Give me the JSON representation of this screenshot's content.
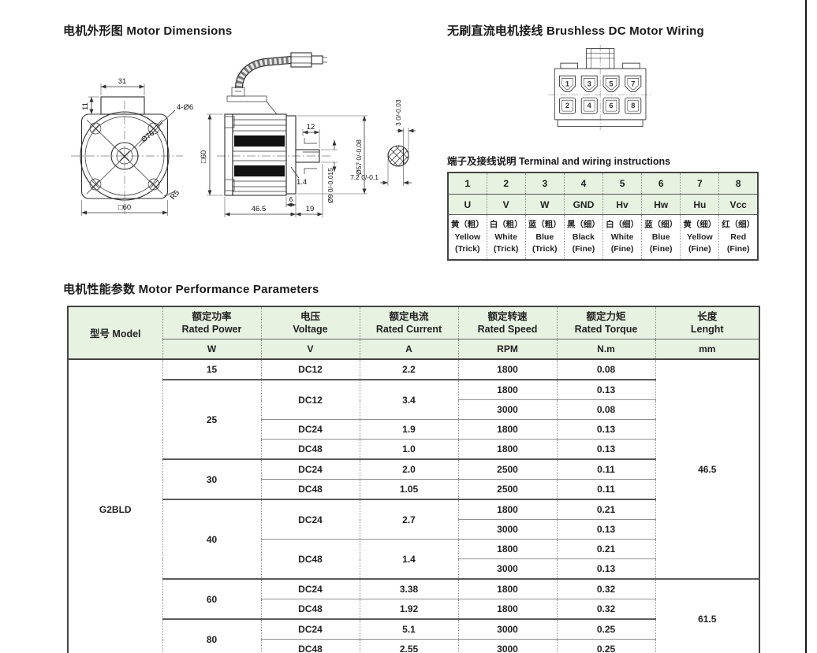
{
  "colors": {
    "header_bg": "#e7f2e1",
    "table_border": "#444444",
    "grid_dotted": "#8f8f8f",
    "grid_solid": "#909090",
    "text": "#1a1a1a"
  },
  "titles": {
    "dimensions": "电机外形图 Motor Dimensions",
    "wiring": "无刷直流电机接线 Brushless DC Motor Wiring",
    "terminal": "端子及接线说明 Terminal and wiring instructions",
    "performance": "电机性能参数 Motor Performance Parameters"
  },
  "drawing": {
    "front": {
      "dim_top": "31",
      "dim_side": "11",
      "holes": "4-Ø6",
      "bolt_circle": "Ø70",
      "flange": "□60",
      "corner_radius": "R5"
    },
    "side": {
      "height": "□60",
      "flat_len": "12",
      "plate": "1.4",
      "step": "6",
      "body_len": "46.5",
      "shaft_len": "19",
      "face_dia": "Ø57 0/-0.08",
      "shaft_dia": "Ø9 0/-0.015"
    },
    "detail": {
      "width": "7.2 0/-0.1",
      "flat_depth": "3 0/-0.03"
    }
  },
  "connector": {
    "pins_top": [
      "1",
      "3",
      "5",
      "7"
    ],
    "pins_bottom": [
      "2",
      "4",
      "6",
      "8"
    ]
  },
  "wiring_table": {
    "pins": [
      "1",
      "2",
      "3",
      "4",
      "5",
      "6",
      "7",
      "8"
    ],
    "signals": [
      "U",
      "V",
      "W",
      "GND",
      "Hv",
      "Hw",
      "Hu",
      "Vcc"
    ],
    "wires": [
      {
        "cn": "黄（粗）",
        "color": "Yellow",
        "gauge": "(Trick)"
      },
      {
        "cn": "白（粗）",
        "color": "White",
        "gauge": "(Trick)"
      },
      {
        "cn": "蓝（粗）",
        "color": "Blue",
        "gauge": "(Trick)"
      },
      {
        "cn": "黑（细）",
        "color": "Black",
        "gauge": "(Fine)"
      },
      {
        "cn": "白（细）",
        "color": "White",
        "gauge": "(Fine)"
      },
      {
        "cn": "蓝（细）",
        "color": "Blue",
        "gauge": "(Fine)"
      },
      {
        "cn": "黄（细）",
        "color": "Yellow",
        "gauge": "(Fine)"
      },
      {
        "cn": "红（细）",
        "color": "Red",
        "gauge": "(Fine)"
      }
    ]
  },
  "perf": {
    "header": {
      "model": "型号 Model",
      "cols": [
        {
          "cn": "额定功率",
          "en": "Rated Power",
          "unit": "W"
        },
        {
          "cn": "电压",
          "en": "Voltage",
          "unit": "V"
        },
        {
          "cn": "额定电流",
          "en": "Rated Current",
          "unit": "A"
        },
        {
          "cn": "额定转速",
          "en": "Rated Speed",
          "unit": "RPM"
        },
        {
          "cn": "额定力矩",
          "en": "Rated Torque",
          "unit": "N.m"
        },
        {
          "cn": "长度",
          "en": "Lenght",
          "unit": "mm"
        }
      ]
    },
    "model": "G2BLD",
    "rows": [
      {
        "power": "15",
        "voltage": "DC12",
        "current": "2.2",
        "speed": "1800",
        "torque": "0.08",
        "length": "46.5"
      },
      {
        "power": "25",
        "voltage": "DC12",
        "current": "3.4",
        "speed": "1800",
        "torque": "0.13"
      },
      {
        "speed": "3000",
        "torque": "0.08"
      },
      {
        "voltage": "DC24",
        "current": "1.9",
        "speed": "1800",
        "torque": "0.13"
      },
      {
        "voltage": "DC48",
        "current": "1.0",
        "speed": "1800",
        "torque": "0.13"
      },
      {
        "power": "30",
        "voltage": "DC24",
        "current": "2.0",
        "speed": "2500",
        "torque": "0.11"
      },
      {
        "voltage": "DC48",
        "current": "1.05",
        "speed": "2500",
        "torque": "0.11"
      },
      {
        "power": "40",
        "voltage": "DC24",
        "current": "2.7",
        "speed": "1800",
        "torque": "0.21"
      },
      {
        "speed": "3000",
        "torque": "0.13"
      },
      {
        "voltage": "DC48",
        "current": "1.4",
        "speed": "1800",
        "torque": "0.21"
      },
      {
        "speed": "3000",
        "torque": "0.13"
      },
      {
        "power": "60",
        "voltage": "DC24",
        "current": "3.38",
        "speed": "1800",
        "torque": "0.32",
        "length": "61.5"
      },
      {
        "voltage": "DC48",
        "current": "1.92",
        "speed": "1800",
        "torque": "0.32"
      },
      {
        "power": "80",
        "voltage": "DC24",
        "current": "5.1",
        "speed": "3000",
        "torque": "0.25"
      },
      {
        "voltage": "DC48",
        "current": "2.55",
        "speed": "3000",
        "torque": "0.25"
      }
    ]
  }
}
